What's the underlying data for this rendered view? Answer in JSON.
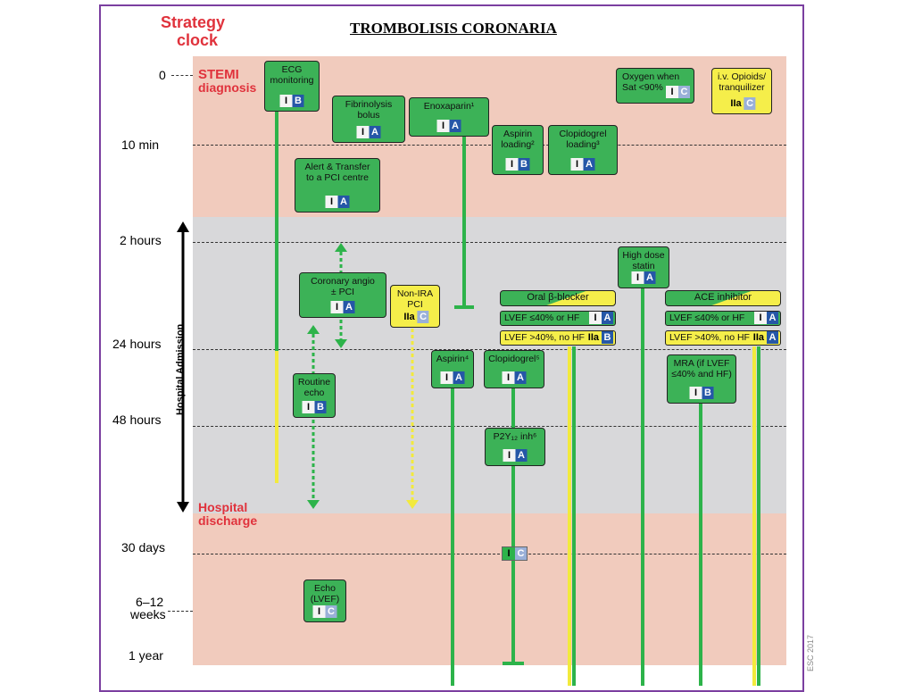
{
  "title": "TROMBOLISIS CORONARIA",
  "strategy_clock": [
    "Strategy",
    "clock"
  ],
  "time_labels": [
    "0",
    "10 min",
    "2 hours",
    "24 hours",
    "48 hours",
    "30 days",
    "6–12",
    "weeks",
    "1 year"
  ],
  "event_labels": {
    "stemi": [
      "STEMI",
      "diagnosis"
    ],
    "discharge": [
      "Hospital",
      "discharge"
    ],
    "admission": "Hospital Admission"
  },
  "colors": {
    "stemi_band": "#f1cbbd",
    "admission_band": "#d8d8da",
    "green": "#3cb257",
    "yellow": "#f5ee4a",
    "frame": "#7b3fa0"
  },
  "boxes": {
    "ecg": {
      "text": [
        "ECG",
        "monitoring"
      ],
      "cls": "I",
      "lev": "B"
    },
    "fibrinolysis": {
      "text": [
        "Fibrinolysis",
        "bolus"
      ],
      "cls": "I",
      "lev": "A"
    },
    "enoxaparin": {
      "text": [
        "Enoxaparin¹"
      ],
      "cls": "I",
      "lev": "A"
    },
    "aspirin_loading": {
      "text": [
        "Aspirin",
        "loading²"
      ],
      "cls": "I",
      "lev": "B"
    },
    "clopidogrel_loading": {
      "text": [
        "Clopidogrel",
        "loading³"
      ],
      "cls": "I",
      "lev": "A"
    },
    "oxygen": {
      "text": [
        "Oxygen when",
        "Sat <90%"
      ],
      "cls": "I",
      "lev": "C"
    },
    "opioids": {
      "text": [
        "i.v. Opioids/",
        "tranquilizer"
      ],
      "cls": "IIa",
      "lev": "C"
    },
    "alert": {
      "text": [
        "Alert & Transfer",
        "to a PCI centre"
      ],
      "cls": "I",
      "lev": "A"
    },
    "angio": {
      "text": [
        "Coronary angio",
        "± PCI"
      ],
      "cls": "I",
      "lev": "A"
    },
    "nonira": {
      "text": [
        "Non-IRA",
        "PCI"
      ],
      "cls": "IIa",
      "lev": "C"
    },
    "statin": {
      "text": [
        "High dose",
        "statin"
      ],
      "cls": "I",
      "lev": "A"
    },
    "aspirin": {
      "text": [
        "Aspirin⁴"
      ],
      "cls": "I",
      "lev": "A"
    },
    "clopidogrel": {
      "text": [
        "Clopidogrel⁵"
      ],
      "cls": "I",
      "lev": "A"
    },
    "echo": {
      "text": [
        "Routine",
        "echo"
      ],
      "cls": "I",
      "lev": "B"
    },
    "mra": {
      "text": [
        "MRA (if LVEF",
        "≤40% and HF)"
      ],
      "cls": "I",
      "lev": "B"
    },
    "p2y12": {
      "text": [
        "P2Y₁₂ inh⁶"
      ],
      "cls": "I",
      "lev": "A"
    },
    "p2y12_30d": {
      "cls": "I",
      "lev": "C"
    },
    "echo_lvef": {
      "text": [
        "Echo",
        "(LVEF)"
      ],
      "cls": "I",
      "lev": "C"
    }
  },
  "beta_blocker": {
    "header": "Oral β-blocker",
    "rows": [
      {
        "text": "LVEF ≤40% or HF",
        "cls": "I",
        "lev": "A"
      },
      {
        "text": "LVEF >40%, no HF",
        "cls": "IIa",
        "lev": "B"
      }
    ]
  },
  "ace_inhibitor": {
    "header": "ACE inhibitor",
    "rows": [
      {
        "text": "LVEF ≤40% or HF",
        "cls": "I",
        "lev": "A"
      },
      {
        "text": "LVEF >40%, no HF",
        "cls": "IIa",
        "lev": "A"
      }
    ]
  },
  "copyright": "ESC 2017"
}
